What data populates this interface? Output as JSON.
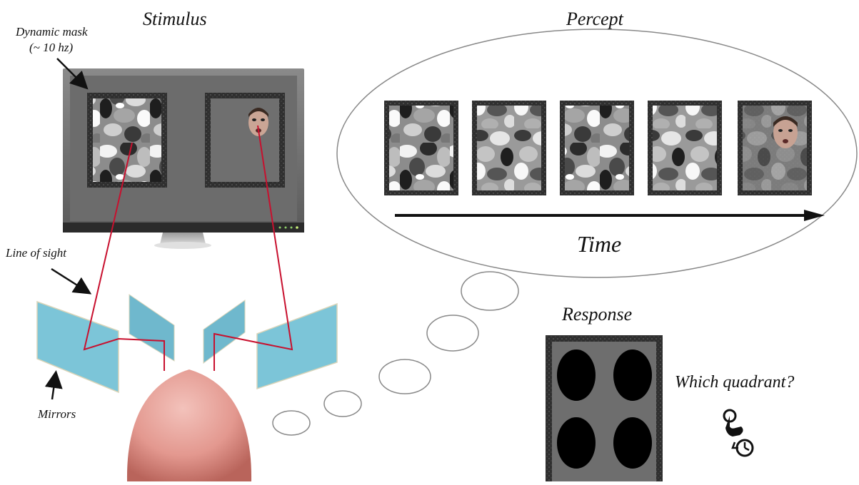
{
  "labels": {
    "stimulus": "Stimulus",
    "percept": "Percept",
    "response": "Response",
    "time": "Time",
    "dynamic_mask_line1": "Dynamic mask",
    "dynamic_mask_line2": "(~ 10 hz)",
    "line_of_sight": "Line of sight",
    "mirrors": "Mirrors",
    "which_quadrant": "Which quadrant?"
  },
  "percept_sequence": {
    "frame_count": 5,
    "frames": [
      "mask",
      "mask",
      "mask",
      "mask",
      "mask-with-face"
    ]
  },
  "response_display": {
    "quadrant_count": 4
  },
  "icons": [
    "tap-hand-icon",
    "timer-icon",
    "head-icon",
    "monitor-icon",
    "mirror-icon",
    "arrow-icon"
  ],
  "colors": {
    "mirror": "#7cc5d8",
    "line_of_sight": "#c8102e",
    "frame_border": "#2e2e2e",
    "screen": "#6e6e6e",
    "head": "#e8a7a0"
  }
}
